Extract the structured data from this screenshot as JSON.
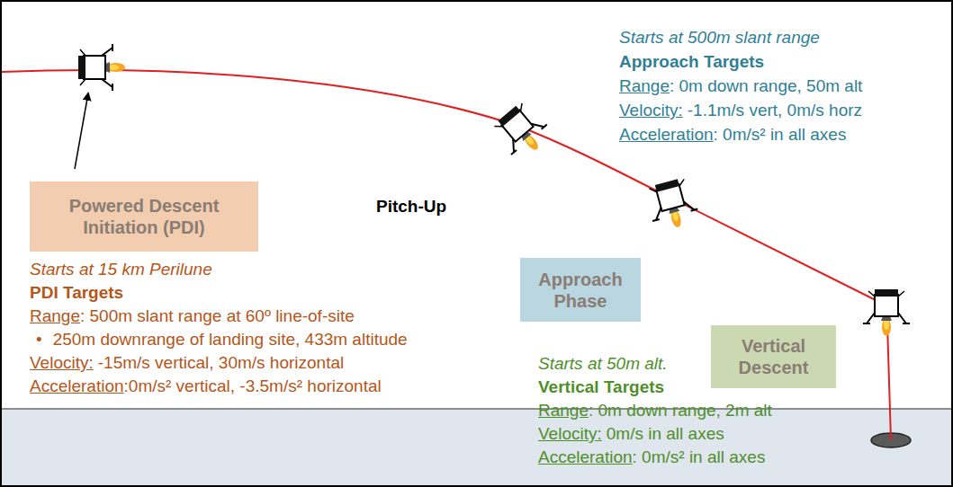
{
  "diagram": {
    "nodes": [
      {
        "text": [
          "Powered Descent Initiation (PDI)"
        ]
      },
      {
        "text": [
          "Approach Phase"
        ]
      },
      {
        "text": [
          "Vertical Descent"
        ]
      }
    ],
    "labels": [
      "Starts at 500m slant range",
      "Approach Targets",
      "Range",
      ": 0m down range, 50m alt",
      "Velocity:",
      "-1.1m/s vert, 0m/s horz",
      "Acceleration",
      ": 0m/s² in all axes",
      "Pitch-Up",
      "Starts at 15 km Perilune",
      "PDI Targets",
      "Range",
      ": 500m slant range at 60º line-of-site",
      "•",
      "250m downrange of landing site, 433m altitude",
      "Velocity:",
      "-15m/s vertical, 30m/s horizontal",
      "Acceleration",
      ":0m/s² vertical, -3.5m/s² horizontal",
      "Starts at 50m alt.",
      "Vertical Targets",
      "Range",
      ": 0m down range, 2m alt",
      "Velocity:",
      "0m/s in all axes",
      "Acceleration",
      ": 0m/s² in all axes"
    ]
  }
}
